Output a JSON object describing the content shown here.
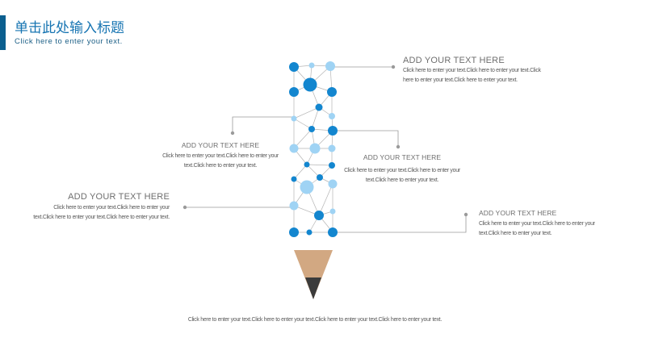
{
  "header": {
    "title": "单击此处输入标题",
    "subtitle": "Click here to enter your text."
  },
  "callouts": [
    {
      "id": "top-right",
      "heading": "ADD YOUR TEXT HERE",
      "body": "Click here to enter your text.Click here to enter your text.Click here to enter your text.Click here to enter your text."
    },
    {
      "id": "mid-left",
      "heading": "ADD YOUR TEXT HERE",
      "body": "Click here to enter your text.Click here to enter your text.Click here to enter your text."
    },
    {
      "id": "mid-right",
      "heading": "ADD YOUR TEXT HERE",
      "body": "Click here to enter your text.Click here to enter your text.Click here to enter your text."
    },
    {
      "id": "low-left",
      "heading": "ADD YOUR TEXT HERE",
      "body": "Click here to enter your text.Click here to enter your text.Click here to enter your text.Click here to enter your text."
    },
    {
      "id": "low-right",
      "heading": "ADD YOUR TEXT HERE",
      "body": "Click here to enter your text.Click here to enter your text.Click here to enter your text."
    }
  ],
  "footer": {
    "body": "Click here to enter your text.Click here to enter your text.Click here to enter your text.Click here to enter your text."
  },
  "colors": {
    "accent": "#0b5f8f",
    "title": "#1674b2",
    "node_dark": "#1386cf",
    "node_light": "#9fd3f4",
    "line": "#9a9a9a",
    "pencil_wood": "#d2a882",
    "pencil_lead": "#3b3b3b"
  },
  "icons": [
    "network-pencil-icon"
  ]
}
